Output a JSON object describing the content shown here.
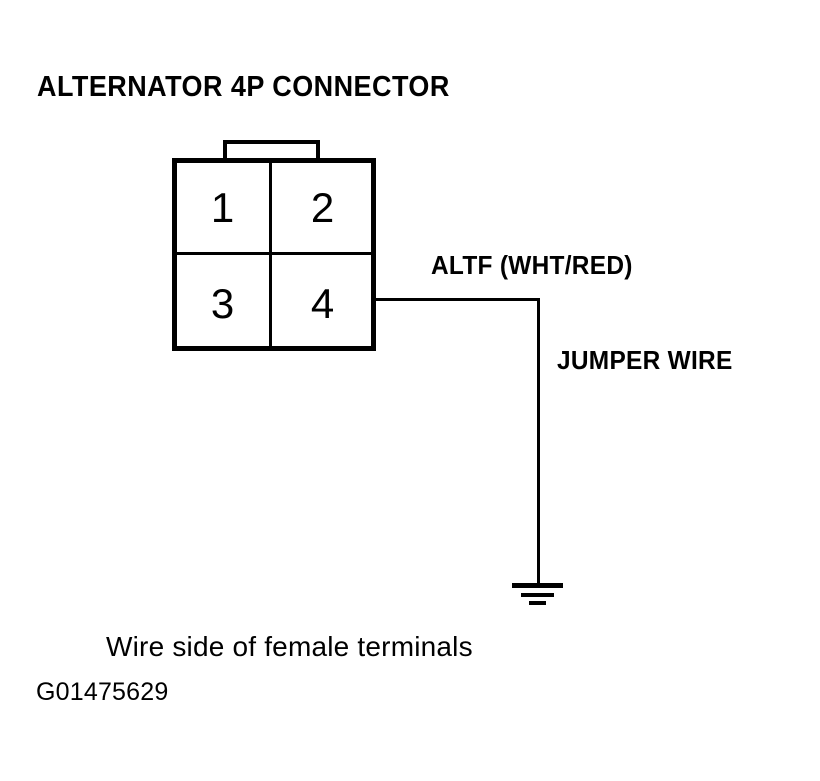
{
  "diagram": {
    "title": "ALTERNATOR 4P CONNECTOR",
    "type": "automotive-wiring-connector-diagram",
    "stroke_color": "#000000",
    "background_color": "#ffffff",
    "connector": {
      "name": "ALTERNATOR 4P CONNECTOR",
      "pin_count": 4,
      "layout": "2x2",
      "view": "Wire side of female terminals",
      "has_locking_tab": true,
      "pins": [
        {
          "number": "1",
          "position": "top-left"
        },
        {
          "number": "2",
          "position": "top-right"
        },
        {
          "number": "3",
          "position": "bottom-left"
        },
        {
          "number": "4",
          "position": "bottom-right"
        }
      ]
    },
    "wires": [
      {
        "label": "ALTF (WHT/RED)",
        "circuit": "ALTF",
        "color_code": "WHT/RED",
        "from_pin": "4",
        "to": "ground"
      },
      {
        "label": "JUMPER WIRE",
        "type": "jumper",
        "terminates_at": "ground-symbol"
      }
    ],
    "ground_symbol": {
      "name": "chassis-ground",
      "bars": 3
    },
    "captions": {
      "view_note": "Wire side of female terminals",
      "figure_code": "G01475629"
    }
  }
}
